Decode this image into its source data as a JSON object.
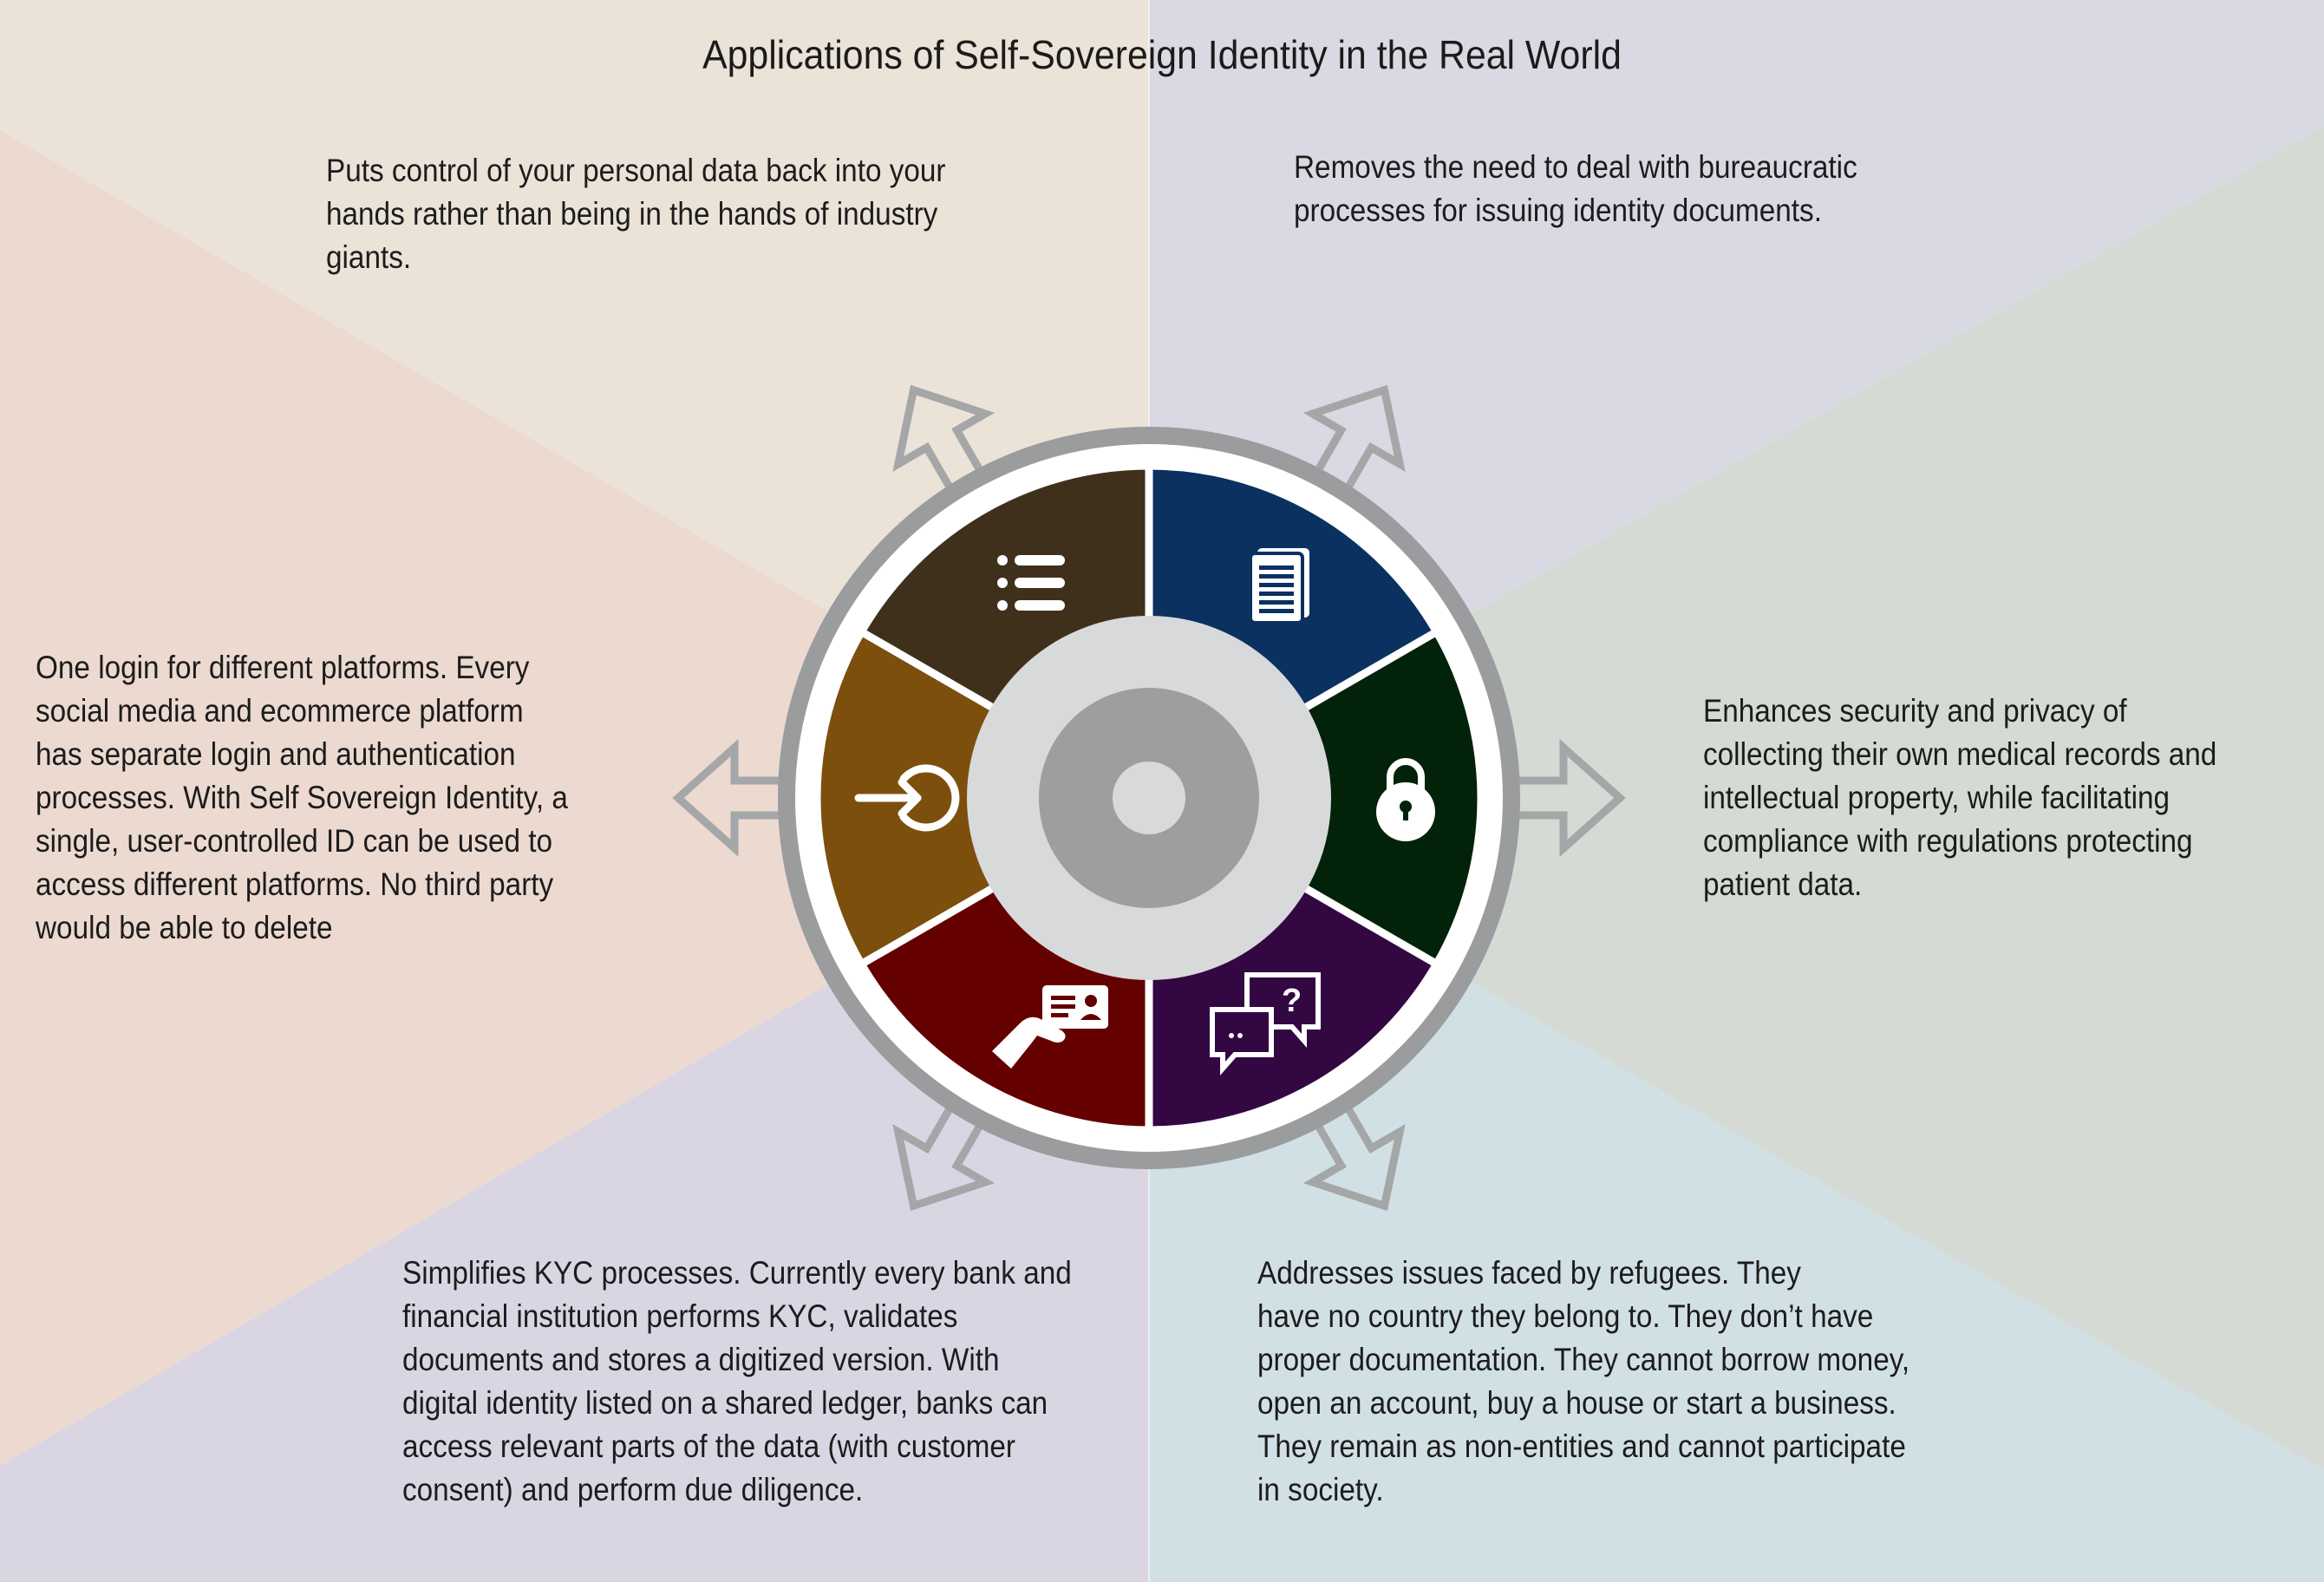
{
  "title": "Applications of Self-Sovereign Identity in the Real World",
  "descriptions": {
    "top_left": "Puts control of your personal data back into your\nhands rather than being in the hands of industry\ngiants.",
    "top_right": "Removes the need to deal with bureaucratic\nprocesses for issuing identity documents.",
    "left": "One login for different platforms. Every\nsocial media and ecommerce platform\nhas separate login and authentication\nprocesses. With Self Sovereign Identity, a\nsingle, user-controlled ID can be used to\naccess different platforms. No third party\nwould be able to delete",
    "right": "Enhances security and privacy of\ncollecting their own medical records and\nintellectual property, while facilitating\ncompliance with regulations protecting\npatient data.",
    "bottom_left": "Simplifies KYC processes. Currently every bank and\nfinancial institution performs KYC, validates\ndocuments and stores a digitized version. With\ndigital identity listed on a shared ledger, banks can\naccess relevant parts of the data (with customer\nconsent) and perform due diligence.",
    "bottom_right": "Addresses issues faced by refugees. They\nhave no country they belong to. They don’t have\nproper documentation. They cannot borrow money,\nopen an account, buy a house or start a business.\nThey remain as non-entities and cannot participate\nin society."
  },
  "segments": [
    {
      "id": "data-control",
      "icon": "list-icon",
      "color": "#3f301c"
    },
    {
      "id": "identity-documents",
      "icon": "document-icon",
      "color": "#0a3160"
    },
    {
      "id": "security-privacy",
      "icon": "lock-icon",
      "color": "#02220a"
    },
    {
      "id": "refugees",
      "icon": "chat-question-icon",
      "color": "#330742"
    },
    {
      "id": "kyc",
      "icon": "id-card-hand-icon",
      "color": "#650000"
    },
    {
      "id": "single-login",
      "icon": "login-arrow-icon",
      "color": "#7c4f0c"
    }
  ],
  "colors": {
    "bg_top_left": "#ebe2d8",
    "bg_top_right": "#d9d9e3",
    "bg_left": "#ecd9d0",
    "bg_right": "#d5dad4",
    "bg_bottom_left": "#dad5e3",
    "bg_bottom_right": "#d1e0e5",
    "ring_gray": "#9a9c9e",
    "hub_light": "#d8d9da",
    "hub_mid": "#9c9ea0",
    "arrow_outline": "#a4a6a8"
  }
}
